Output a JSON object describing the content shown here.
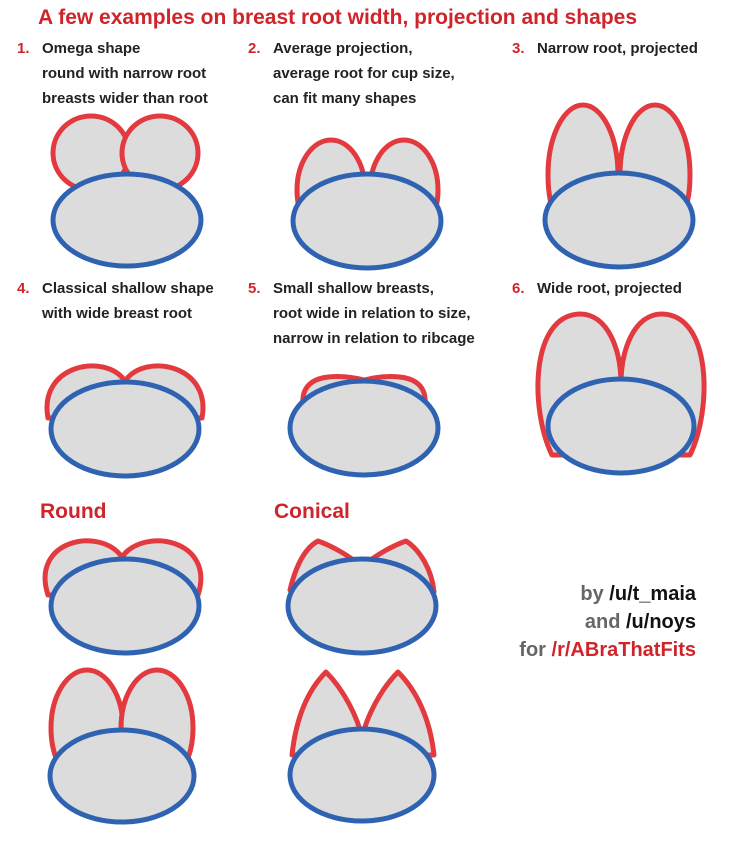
{
  "title": "A few examples on breast root width, projection and shapes",
  "examples": [
    {
      "num": "1.",
      "lines": [
        "Omega shape",
        "round with narrow root",
        "breasts wider than root"
      ]
    },
    {
      "num": "2.",
      "lines": [
        "Average projection,",
        "average root for cup size,",
        "can fit many shapes"
      ]
    },
    {
      "num": "3.",
      "lines": [
        "Narrow root, projected"
      ]
    },
    {
      "num": "4.",
      "lines": [
        "Classical shallow shape",
        "with wide breast root"
      ]
    },
    {
      "num": "5.",
      "lines": [
        "Small shallow breasts,",
        "root wide in relation to size,",
        "narrow in relation to ribcage"
      ]
    },
    {
      "num": "6.",
      "lines": [
        "Wide root, projected"
      ]
    }
  ],
  "sections": {
    "round": "Round",
    "conical": "Conical"
  },
  "credits": {
    "by": "by",
    "user1": "/u/t_maia",
    "and": "and",
    "user2": "/u/noys",
    "for": "for",
    "sub": "/r/ABraThatFits"
  },
  "colors": {
    "breast_outline": "#e23a3f",
    "ribcage_outline": "#2f63b2",
    "fill": "#dcdcdc",
    "accent_text": "#d0242b"
  }
}
